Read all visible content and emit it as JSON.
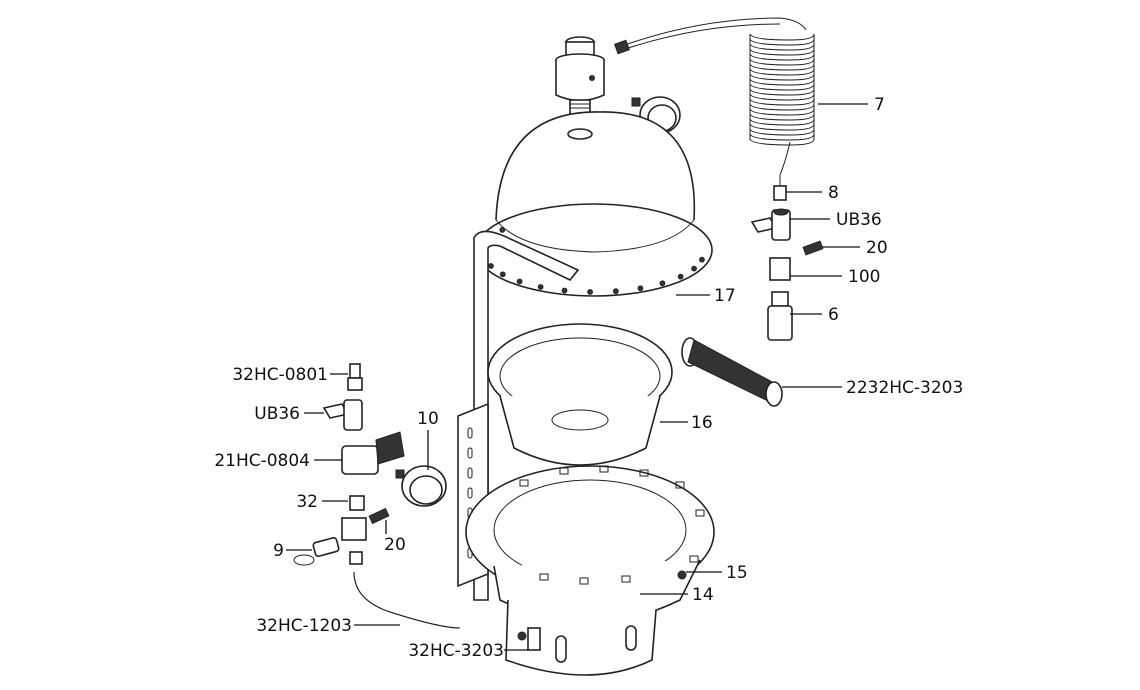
{
  "diagram": {
    "type": "exploded-parts-diagram",
    "subject": "Tank assembly with dome lid, bowls, fittings and coiled hose",
    "callouts": [
      {
        "id": "7",
        "label": "7",
        "part": "coiled hose"
      },
      {
        "id": "8",
        "label": "8",
        "part": "hose fitting"
      },
      {
        "id": "UB36-right",
        "label": "UB36",
        "part": "ball valve"
      },
      {
        "id": "20-right",
        "label": "20",
        "part": "nipple"
      },
      {
        "id": "100",
        "label": "100",
        "part": "elbow block"
      },
      {
        "id": "6",
        "label": "6",
        "part": "quick coupler"
      },
      {
        "id": "17",
        "label": "17",
        "part": "dome lid flange"
      },
      {
        "id": "2232HC-3203",
        "label": "2232HC-3203",
        "part": "handle grip"
      },
      {
        "id": "16",
        "label": "16",
        "part": "inner bowl"
      },
      {
        "id": "15",
        "label": "15",
        "part": "bolt"
      },
      {
        "id": "14",
        "label": "14",
        "part": "tank base"
      },
      {
        "id": "32HC-3203",
        "label": "32HC-3203",
        "part": "drain valve"
      },
      {
        "id": "32HC-1203",
        "label": "32HC-1203",
        "part": "tube"
      },
      {
        "id": "9",
        "label": "9",
        "part": "safety valve"
      },
      {
        "id": "20-left",
        "label": "20",
        "part": "nipple"
      },
      {
        "id": "32",
        "label": "32",
        "part": "hex nipple"
      },
      {
        "id": "21HC-0804",
        "label": "21HC-0804",
        "part": "regulator"
      },
      {
        "id": "UB36-left",
        "label": "UB36",
        "part": "ball valve"
      },
      {
        "id": "32HC-0801",
        "label": "32HC-0801",
        "part": "plug fitting"
      },
      {
        "id": "10",
        "label": "10",
        "part": "pressure gauge"
      }
    ]
  }
}
